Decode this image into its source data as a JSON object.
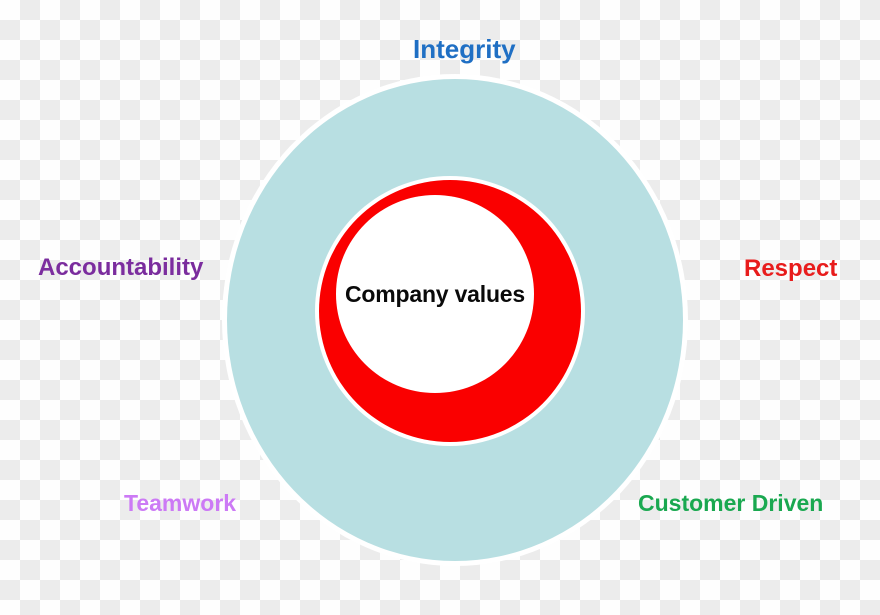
{
  "diagram": {
    "title": "Company values",
    "center": {
      "label": "Company values",
      "text_color": "#0a0a0a"
    },
    "colors": {
      "outer_ring": "#b8dfe2",
      "accent_ring": "#fa0000",
      "inner_fill": "#ffffff",
      "halo": "#ffffff",
      "checker_light": "#fefefe",
      "checker_dark": "#ececec"
    },
    "values": [
      {
        "label": "Integrity",
        "color": "#1f6fc4",
        "position": "top"
      },
      {
        "label": "Accountability",
        "color": "#7b2d9e",
        "position": "left"
      },
      {
        "label": "Respect",
        "color": "#e81c1c",
        "position": "right"
      },
      {
        "label": "Teamwork",
        "color": "#cc7af5",
        "position": "bottom-left"
      },
      {
        "label": "Customer Driven",
        "color": "#1aa850",
        "position": "bottom-right"
      }
    ]
  }
}
